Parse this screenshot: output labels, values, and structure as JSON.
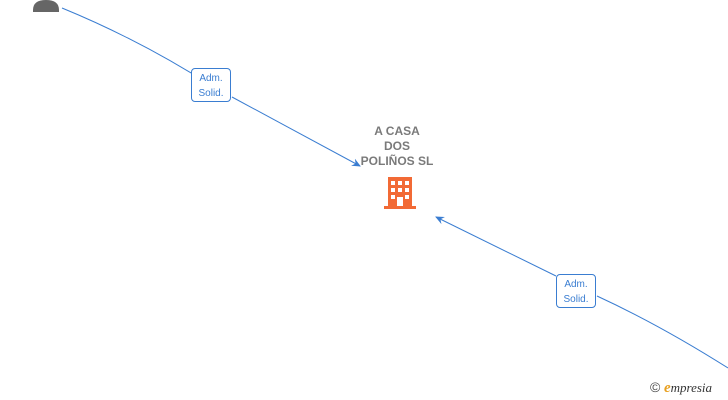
{
  "company": {
    "name_lines": [
      "A CASA",
      "DOS",
      "POLIÑOS  SL"
    ],
    "icon": "building-icon",
    "icon_color": "#f26a35"
  },
  "persons": [
    {
      "icon": "person-icon",
      "color": "#666666"
    }
  ],
  "edges": [
    {
      "label_lines": [
        "Adm.",
        "Solid."
      ],
      "color": "#3a7dd1"
    },
    {
      "label_lines": [
        "Adm.",
        "Solid."
      ],
      "color": "#3a7dd1"
    }
  ],
  "watermark": {
    "copyright": "©",
    "brand_initial": "e",
    "brand_rest": "mpresia"
  }
}
